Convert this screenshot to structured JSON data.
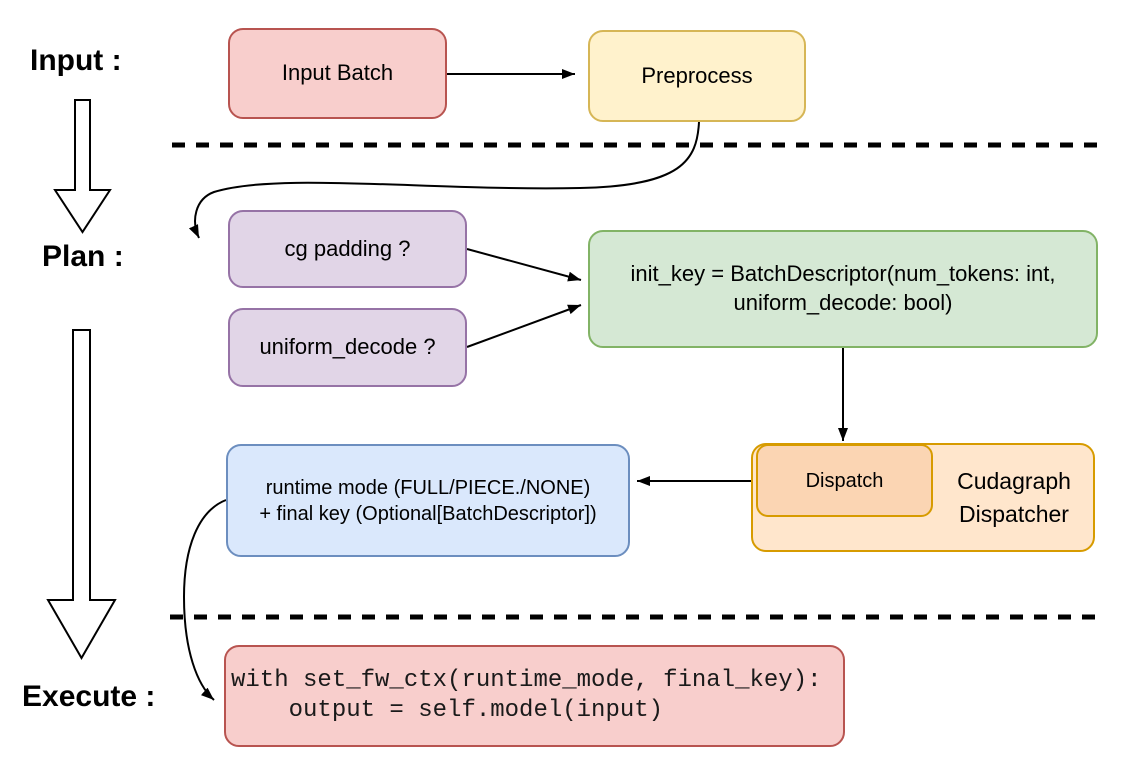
{
  "diagram": {
    "labels": {
      "input": "Input :",
      "plan": "Plan :",
      "execute": "Execute :"
    },
    "nodes": {
      "input_batch": {
        "label": "Input Batch"
      },
      "preprocess": {
        "label": "Preprocess"
      },
      "cg_padding": {
        "label": "cg padding ?"
      },
      "uniform_decode": {
        "label": "uniform_decode ?"
      },
      "init_key": {
        "line1": "init_key = BatchDescriptor(num_tokens: int,",
        "line2": "uniform_decode: bool)"
      },
      "dispatch": {
        "label": "Dispatch"
      },
      "cudagraph_dispatcher": {
        "line1": "Cudagraph",
        "line2": "Dispatcher"
      },
      "runtime_output": {
        "line1": "runtime mode (FULL/PIECE./NONE)",
        "line2": "+ final key (Optional[BatchDescriptor])"
      },
      "execute_code": {
        "line1": "with set_fw_ctx(runtime_mode, final_key):",
        "line2": "    output = self.model(input)"
      }
    },
    "colors": {
      "red_fill": "#F8CECC",
      "red_stroke": "#B85450",
      "yellow_fill": "#FFF2CC",
      "yellow_stroke": "#D6B656",
      "purple_fill": "#E1D5E7",
      "purple_stroke": "#9673A6",
      "green_fill": "#D5E8D4",
      "green_stroke": "#82B366",
      "blue_fill": "#DAE8FC",
      "blue_stroke": "#6C8EBF",
      "orange_outer_fill": "#FFE6CC",
      "orange_inner_fill": "#FBD5B3",
      "orange_stroke": "#D79B00",
      "connector": "#000000",
      "background": "#FFFFFF"
    }
  }
}
